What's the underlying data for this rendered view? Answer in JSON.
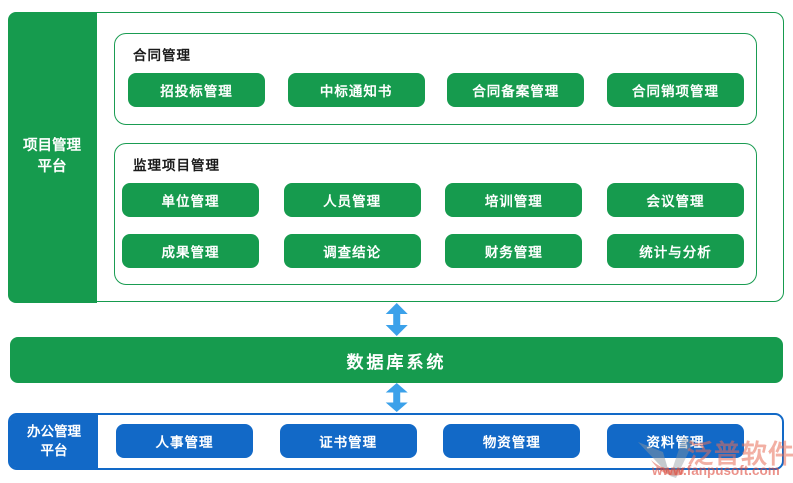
{
  "platform": {
    "line1": "项目管理",
    "line2": "平台"
  },
  "contract": {
    "title": "合同管理",
    "buttons": [
      "招投标管理",
      "中标通知书",
      "合同备案管理",
      "合同销项管理"
    ]
  },
  "supervision": {
    "title": "监理项目管理",
    "buttons": [
      "单位管理",
      "人员管理",
      "培训管理",
      "会议管理",
      "成果管理",
      "调查结论",
      "财务管理",
      "统计与分析"
    ]
  },
  "database": {
    "label": "数据库系统"
  },
  "office": {
    "line1": "办公管理",
    "line2": "平台",
    "buttons": [
      "人事管理",
      "证书管理",
      "物资管理",
      "资料管理"
    ]
  },
  "watermark": {
    "brand": "泛普软件",
    "url": "www.fanpusoft.com"
  },
  "colors": {
    "green": "#169B4E",
    "blue": "#1269C7",
    "arrow_blue": "#3BA1EA",
    "watermark_red": "#E86E58"
  }
}
